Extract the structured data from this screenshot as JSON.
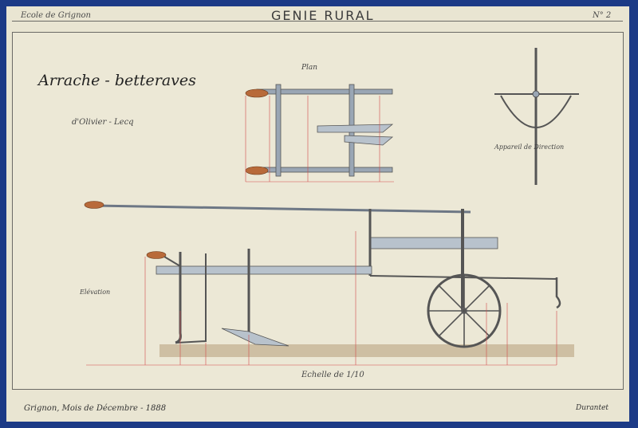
{
  "header": {
    "school": "Ecole de Grignon",
    "title": "GENIE RURAL",
    "plate_number": "N° 2"
  },
  "drawing": {
    "title": "Arrache - betteraves",
    "subtitle": "d'Olivier - Lecq",
    "plan_label": "Plan",
    "direction_label": "Appareil de Direction",
    "elevation_label": "Elévation",
    "scale_label": "Echelle de 1/10"
  },
  "footer": {
    "date": "Grignon, Mois de Décembre - 1888",
    "author": "Durantet"
  },
  "colors": {
    "frame": "#1c3a86",
    "paper": "#ece8d6",
    "metal": "#8f9aa8",
    "wood": "#b86a3a",
    "dimension": "#d24a4a",
    "ground": "#c9b79a"
  }
}
